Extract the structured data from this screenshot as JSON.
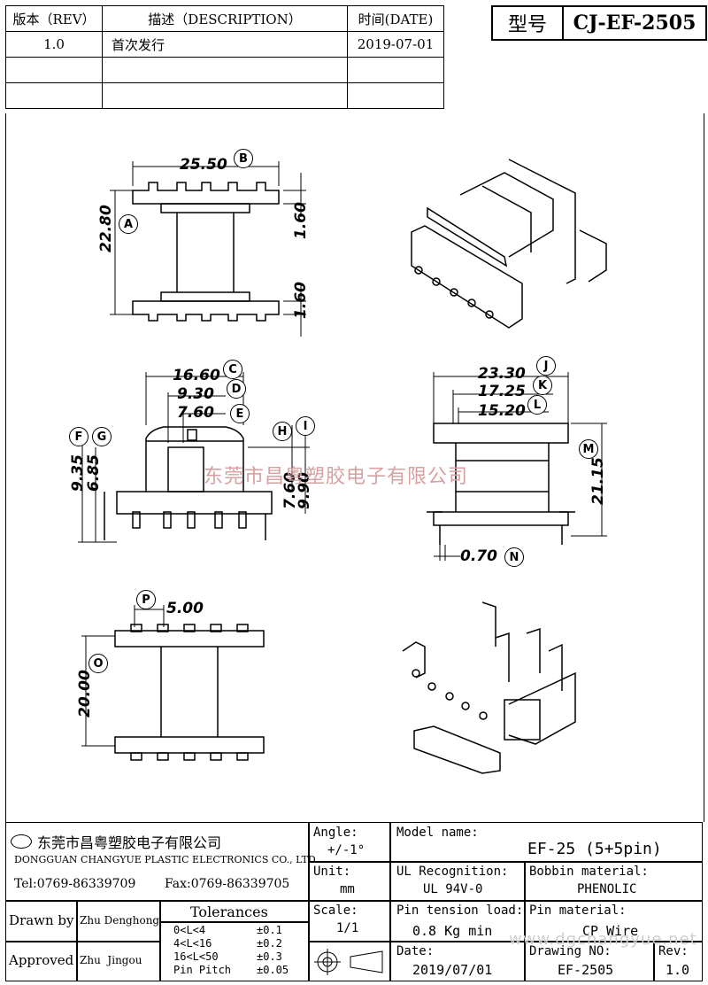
{
  "revision_table": {
    "headers": {
      "rev": "版本（REV）",
      "desc": "描述（DESCRIPTION）",
      "date": "时间(DATE)"
    },
    "rows": [
      {
        "rev": "1.0",
        "desc": "首次发行",
        "date": "2019-07-01"
      }
    ]
  },
  "model_header": {
    "label": "型号",
    "value": "CJ-EF-2505"
  },
  "dimensions": {
    "B": "25.50",
    "A": "22.80",
    "top_flange": "1.60",
    "bottom_flange": "1.60",
    "C": "16.60",
    "D": "9.30",
    "E": "7.60",
    "F": "9.35",
    "G": "6.85",
    "H": "7.60",
    "I": "9.90",
    "J": "23.30",
    "K": "17.25",
    "L": "15.20",
    "M": "21.15",
    "N": "0.70",
    "P": "5.00",
    "O": "20.00"
  },
  "callouts": [
    "A",
    "B",
    "C",
    "D",
    "E",
    "F",
    "G",
    "H",
    "I",
    "J",
    "K",
    "L",
    "M",
    "N",
    "O",
    "P"
  ],
  "watermark": "东莞市昌粤塑胶电子有限公司",
  "watermark_url": "www.dgchangyue.net",
  "title_block": {
    "company_cn": "东莞市昌粤塑胶电子有限公司",
    "company_en": "DONGGUAN CHANGYUE PLASTIC ELECTRONICS CO., LTD.",
    "tel": "Tel:0769-86339709",
    "fax": "Fax:0769-86339705",
    "angle_label": "Angle:",
    "angle_value": "+/-1°",
    "unit_label": "Unit:",
    "unit_value": "mm",
    "scale_label": "Scale:",
    "scale_value": "1/1",
    "model_name_label": "Model name:",
    "model_name_value": "EF-25 (5+5pin)",
    "ul_label": "UL Recognition:",
    "ul_value": "UL 94V-0",
    "bobbin_label": "Bobbin material:",
    "bobbin_value": "PHENOLIC",
    "pin_tension_label": "Pin tension load:",
    "pin_tension_value": "0.8 Kg min",
    "pin_material_label": "Pin material:",
    "pin_material_value": "CP Wire",
    "date_label": "Date:",
    "date_value": "2019/07/01",
    "drawing_label": "Drawing NO:",
    "drawing_value": "EF-2505",
    "rev_label": "Rev:",
    "rev_value": "1.0",
    "drawn_by_label": "Drawn by",
    "drawn_by_value": "Zhu Denghong",
    "approved_label": "Approved",
    "approved_value": "Zhu  Jingou",
    "tolerances_label": "Tolerances",
    "tolerances": [
      {
        "range": "0<L<4",
        "value": "±0.1"
      },
      {
        "range": "4<L<16",
        "value": "±0.2"
      },
      {
        "range": "16<L<50",
        "value": "±0.3"
      },
      {
        "range": "Pin Pitch",
        "value": "±0.05"
      }
    ]
  }
}
